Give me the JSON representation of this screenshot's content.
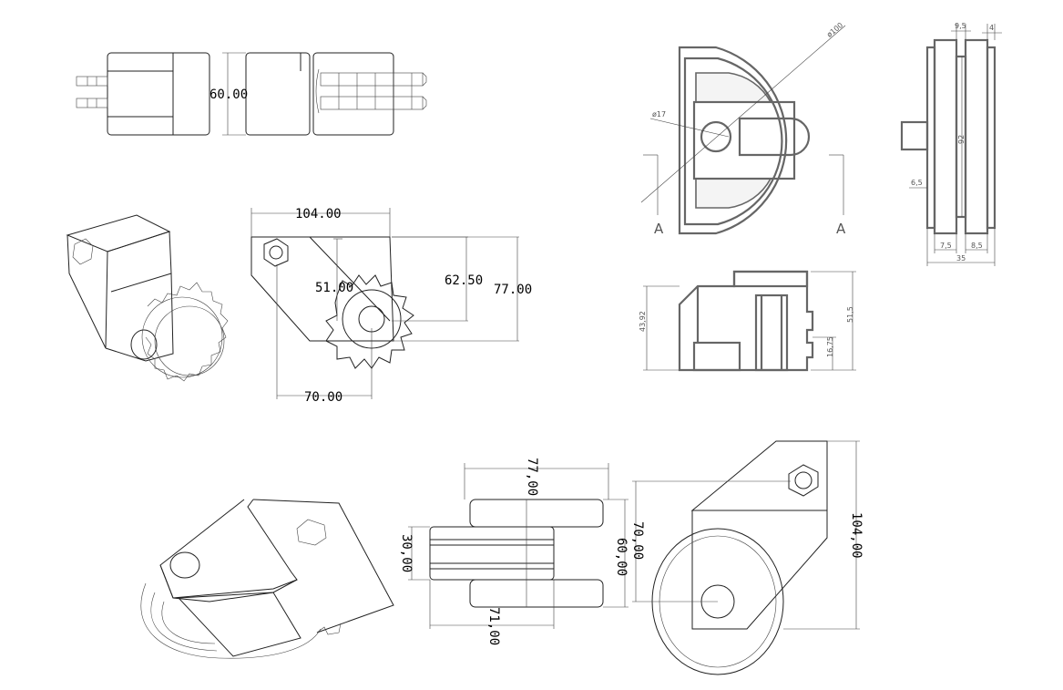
{
  "dimensions": {
    "top_view_width": "60.00",
    "side_length": "104.00",
    "side_inner": "51.00",
    "side_height_mid": "62.50",
    "side_height": "77.00",
    "side_base": "70.00",
    "front_width_top": "77,00",
    "front_inner_height": "30,00",
    "front_outer_height": "60,00",
    "front_bottom": "71,00",
    "right_height_70": "70,00",
    "right_height_104": "104,00"
  },
  "technical": {
    "diameter_100": "ø100",
    "diameter_17": "ø17",
    "section_left": "A",
    "section_right": "A",
    "dim_9_5": "9,5",
    "dim_4": "4",
    "dim_92": "92",
    "dim_6_5": "6,5",
    "dim_7_5": "7,5",
    "dim_8_5": "8,5",
    "dim_35": "35",
    "dim_43_92": "43,92",
    "dim_51_5": "51,5",
    "dim_16_75": "16,75"
  }
}
